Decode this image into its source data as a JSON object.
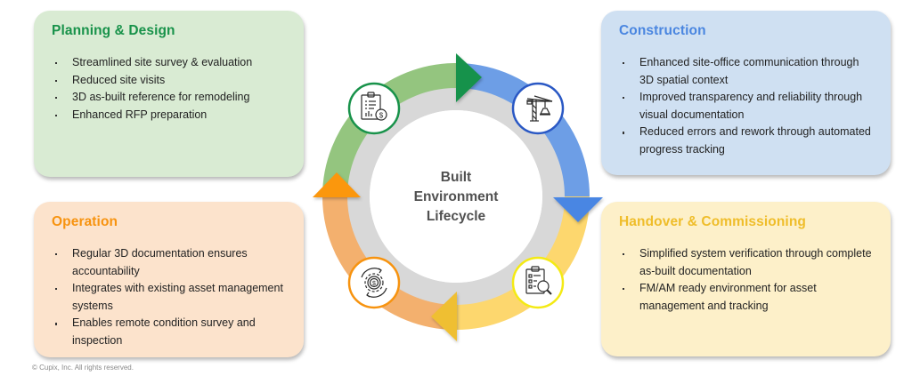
{
  "diagram": {
    "center_label": [
      "Built",
      "Environment",
      "Lifecycle"
    ],
    "colors": {
      "planning": "#18924a",
      "construction": "#2a58c4",
      "handover": "#f4ea14",
      "operation": "#f7930f"
    }
  },
  "stages": {
    "planning": {
      "title": "Planning & Design",
      "icon": "clipboard-budget-icon",
      "items": [
        "Streamlined site survey & evaluation",
        "Reduced site visits",
        "3D as-built reference for remodeling",
        "Enhanced RFP preparation"
      ]
    },
    "construction": {
      "title": "Construction",
      "icon": "tower-crane-icon",
      "items": [
        "Enhanced site-office communication through 3D spatial context",
        "Improved transparency and reliability through visual documentation",
        "Reduced errors and rework through automated progress tracking"
      ]
    },
    "handover": {
      "title": "Handover & Commissioning",
      "icon": "checklist-inspection-icon",
      "items": [
        "Simplified system verification through complete as-built documentation",
        "FM/AM ready environment for asset management and tracking"
      ]
    },
    "operation": {
      "title": "Operation",
      "icon": "gear-cycle-dollar-icon",
      "items": [
        "Regular 3D documentation ensures accountability",
        "Integrates with existing asset management systems",
        "Enables remote condition survey and inspection"
      ]
    }
  },
  "footer": {
    "copyright": "© Cupix, Inc. All rights reserved."
  }
}
